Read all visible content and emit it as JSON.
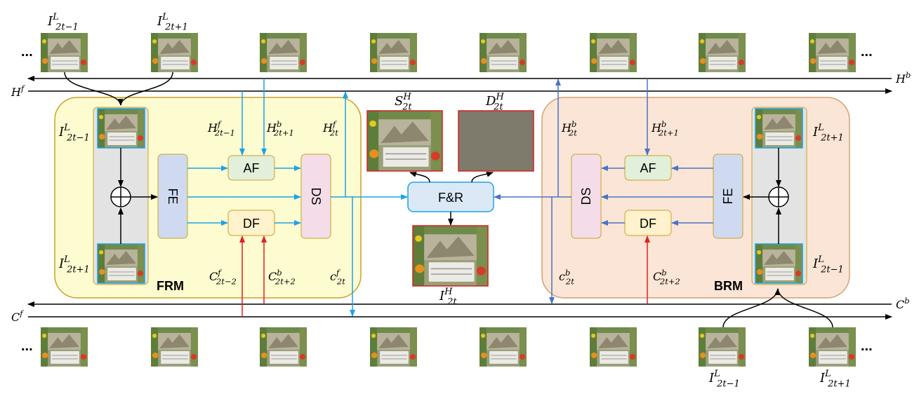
{
  "frame_top_labels": {
    "left": "I^L_{2t-1}",
    "right": "I^L_{2t+1}"
  },
  "frame_bottom_labels": {
    "left": "I^L_{2t-1}",
    "right": "I^L_{2t+1}"
  },
  "ellipsis": "...",
  "streams": {
    "hf": "H^f",
    "hb": "H^b",
    "cf": "C^f",
    "cb": "C^b"
  },
  "frm": {
    "name": "FRM",
    "fe": "FE",
    "af": "AF",
    "df": "DF",
    "ds": "DS",
    "in_top": "I^L_{2t-1}",
    "in_bottom": "I^L_{2t+1}",
    "h_prev": "H^f_{2t-1}",
    "h_next": "H^b_{2t+1}",
    "h_out": "H^f_{2t}",
    "c_prev": "C^f_{2t-2}",
    "c_next": "C^b_{2t+2}",
    "c_out": "c^f_{2t}"
  },
  "brm": {
    "name": "BRM",
    "fe": "FE",
    "af": "AF",
    "df": "DF",
    "ds": "DS",
    "in_top": "I^L_{2t+1}",
    "in_bottom": "I^L_{2t-1}",
    "h_out": "H^b_{2t}",
    "h_next": "H^b_{2t+1}",
    "c_out": "c^b_{2t}",
    "c_next": "C^b_{2t+2}"
  },
  "center": {
    "fr": "F&R",
    "s_label": "S^H_{2t}",
    "d_label": "D^H_{2t}",
    "out_label": "I^H_{2t}"
  },
  "colors": {
    "frm_fill": "#fdfbd0",
    "frm_stroke": "#c9a227",
    "brm_fill": "#fbe5d6",
    "brm_stroke": "#d4a070",
    "fe_fill": "#cfdaf0",
    "af_fill": "#e2efda",
    "df_fill": "#fff2cc",
    "ds_fill": "#f4dde8",
    "fr_fill": "#dbe9f7",
    "blue_arrow": "#1aa3e8",
    "brm_arrow": "#4a74c4",
    "red_arrow": "#e02020",
    "ds_out_frame": "#d62020"
  }
}
